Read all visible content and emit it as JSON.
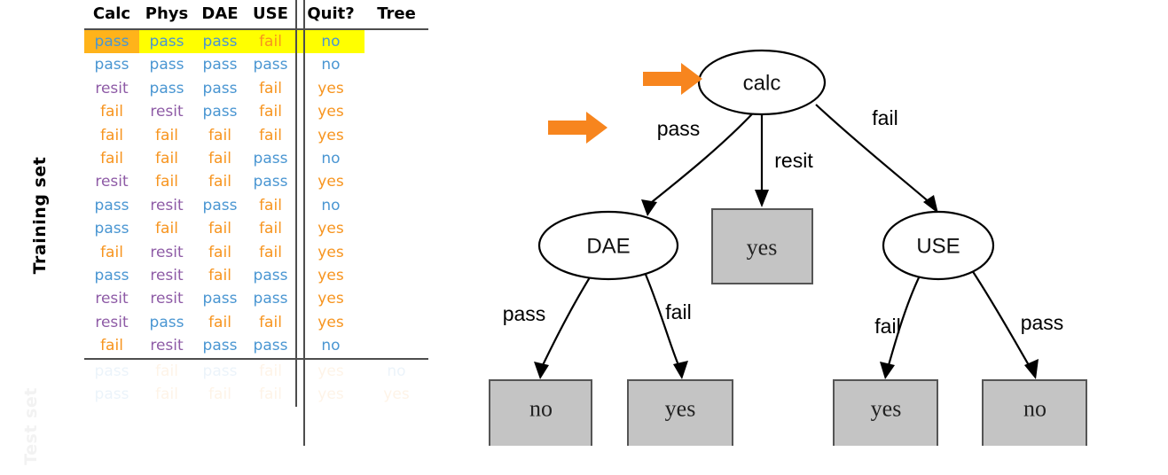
{
  "table": {
    "row_label_training": "Training set",
    "row_label_test": "Test set",
    "headers": {
      "calc": "Calc",
      "phys": "Phys",
      "dae": "DAE",
      "use": "USE",
      "quit": "Quit?",
      "tree": "Tree"
    },
    "legend_colors": {
      "pass": "#4a96d2",
      "fail": "#f7941e",
      "resit": "#8e5ba6",
      "no": "#4a96d2",
      "yes": "#f7941e",
      "highlight_row": "#ffff00",
      "highlight_cell": "#ffb31a"
    },
    "training_rows": [
      {
        "calc": "pass",
        "phys": "pass",
        "dae": "pass",
        "use": "fail",
        "quit": "no",
        "tree": "",
        "highlighted": true
      },
      {
        "calc": "pass",
        "phys": "pass",
        "dae": "pass",
        "use": "pass",
        "quit": "no",
        "tree": ""
      },
      {
        "calc": "resit",
        "phys": "pass",
        "dae": "pass",
        "use": "fail",
        "quit": "yes",
        "tree": ""
      },
      {
        "calc": "fail",
        "phys": "resit",
        "dae": "pass",
        "use": "fail",
        "quit": "yes",
        "tree": ""
      },
      {
        "calc": "fail",
        "phys": "fail",
        "dae": "fail",
        "use": "fail",
        "quit": "yes",
        "tree": ""
      },
      {
        "calc": "fail",
        "phys": "fail",
        "dae": "fail",
        "use": "pass",
        "quit": "no",
        "tree": ""
      },
      {
        "calc": "resit",
        "phys": "fail",
        "dae": "fail",
        "use": "pass",
        "quit": "yes",
        "tree": ""
      },
      {
        "calc": "pass",
        "phys": "resit",
        "dae": "pass",
        "use": "fail",
        "quit": "no",
        "tree": ""
      },
      {
        "calc": "pass",
        "phys": "fail",
        "dae": "fail",
        "use": "fail",
        "quit": "yes",
        "tree": ""
      },
      {
        "calc": "fail",
        "phys": "resit",
        "dae": "fail",
        "use": "fail",
        "quit": "yes",
        "tree": ""
      },
      {
        "calc": "pass",
        "phys": "resit",
        "dae": "fail",
        "use": "pass",
        "quit": "yes",
        "tree": ""
      },
      {
        "calc": "resit",
        "phys": "resit",
        "dae": "pass",
        "use": "pass",
        "quit": "yes",
        "tree": ""
      },
      {
        "calc": "resit",
        "phys": "pass",
        "dae": "fail",
        "use": "fail",
        "quit": "yes",
        "tree": ""
      },
      {
        "calc": "fail",
        "phys": "resit",
        "dae": "pass",
        "use": "pass",
        "quit": "no",
        "tree": ""
      }
    ],
    "test_rows": [
      {
        "calc": "pass",
        "phys": "fail",
        "dae": "pass",
        "use": "fail",
        "quit": "yes",
        "tree": "no"
      },
      {
        "calc": "pass",
        "phys": "fail",
        "dae": "fail",
        "use": "fail",
        "quit": "yes",
        "tree": "yes"
      }
    ]
  },
  "tree": {
    "root": {
      "label": "calc"
    },
    "nodes": {
      "dae": "DAE",
      "use": "USE"
    },
    "leaves": {
      "resit_leaf": "yes",
      "dae_pass_leaf": "no",
      "dae_fail_leaf": "yes",
      "use_fail_leaf": "yes",
      "use_pass_leaf": "no"
    },
    "edges": {
      "calc_pass": "pass",
      "calc_resit": "resit",
      "calc_fail": "fail",
      "dae_pass": "pass",
      "dae_fail": "fail",
      "use_fail": "fail",
      "use_pass": "pass"
    },
    "annotation_arrow_color": "#f7851e"
  }
}
